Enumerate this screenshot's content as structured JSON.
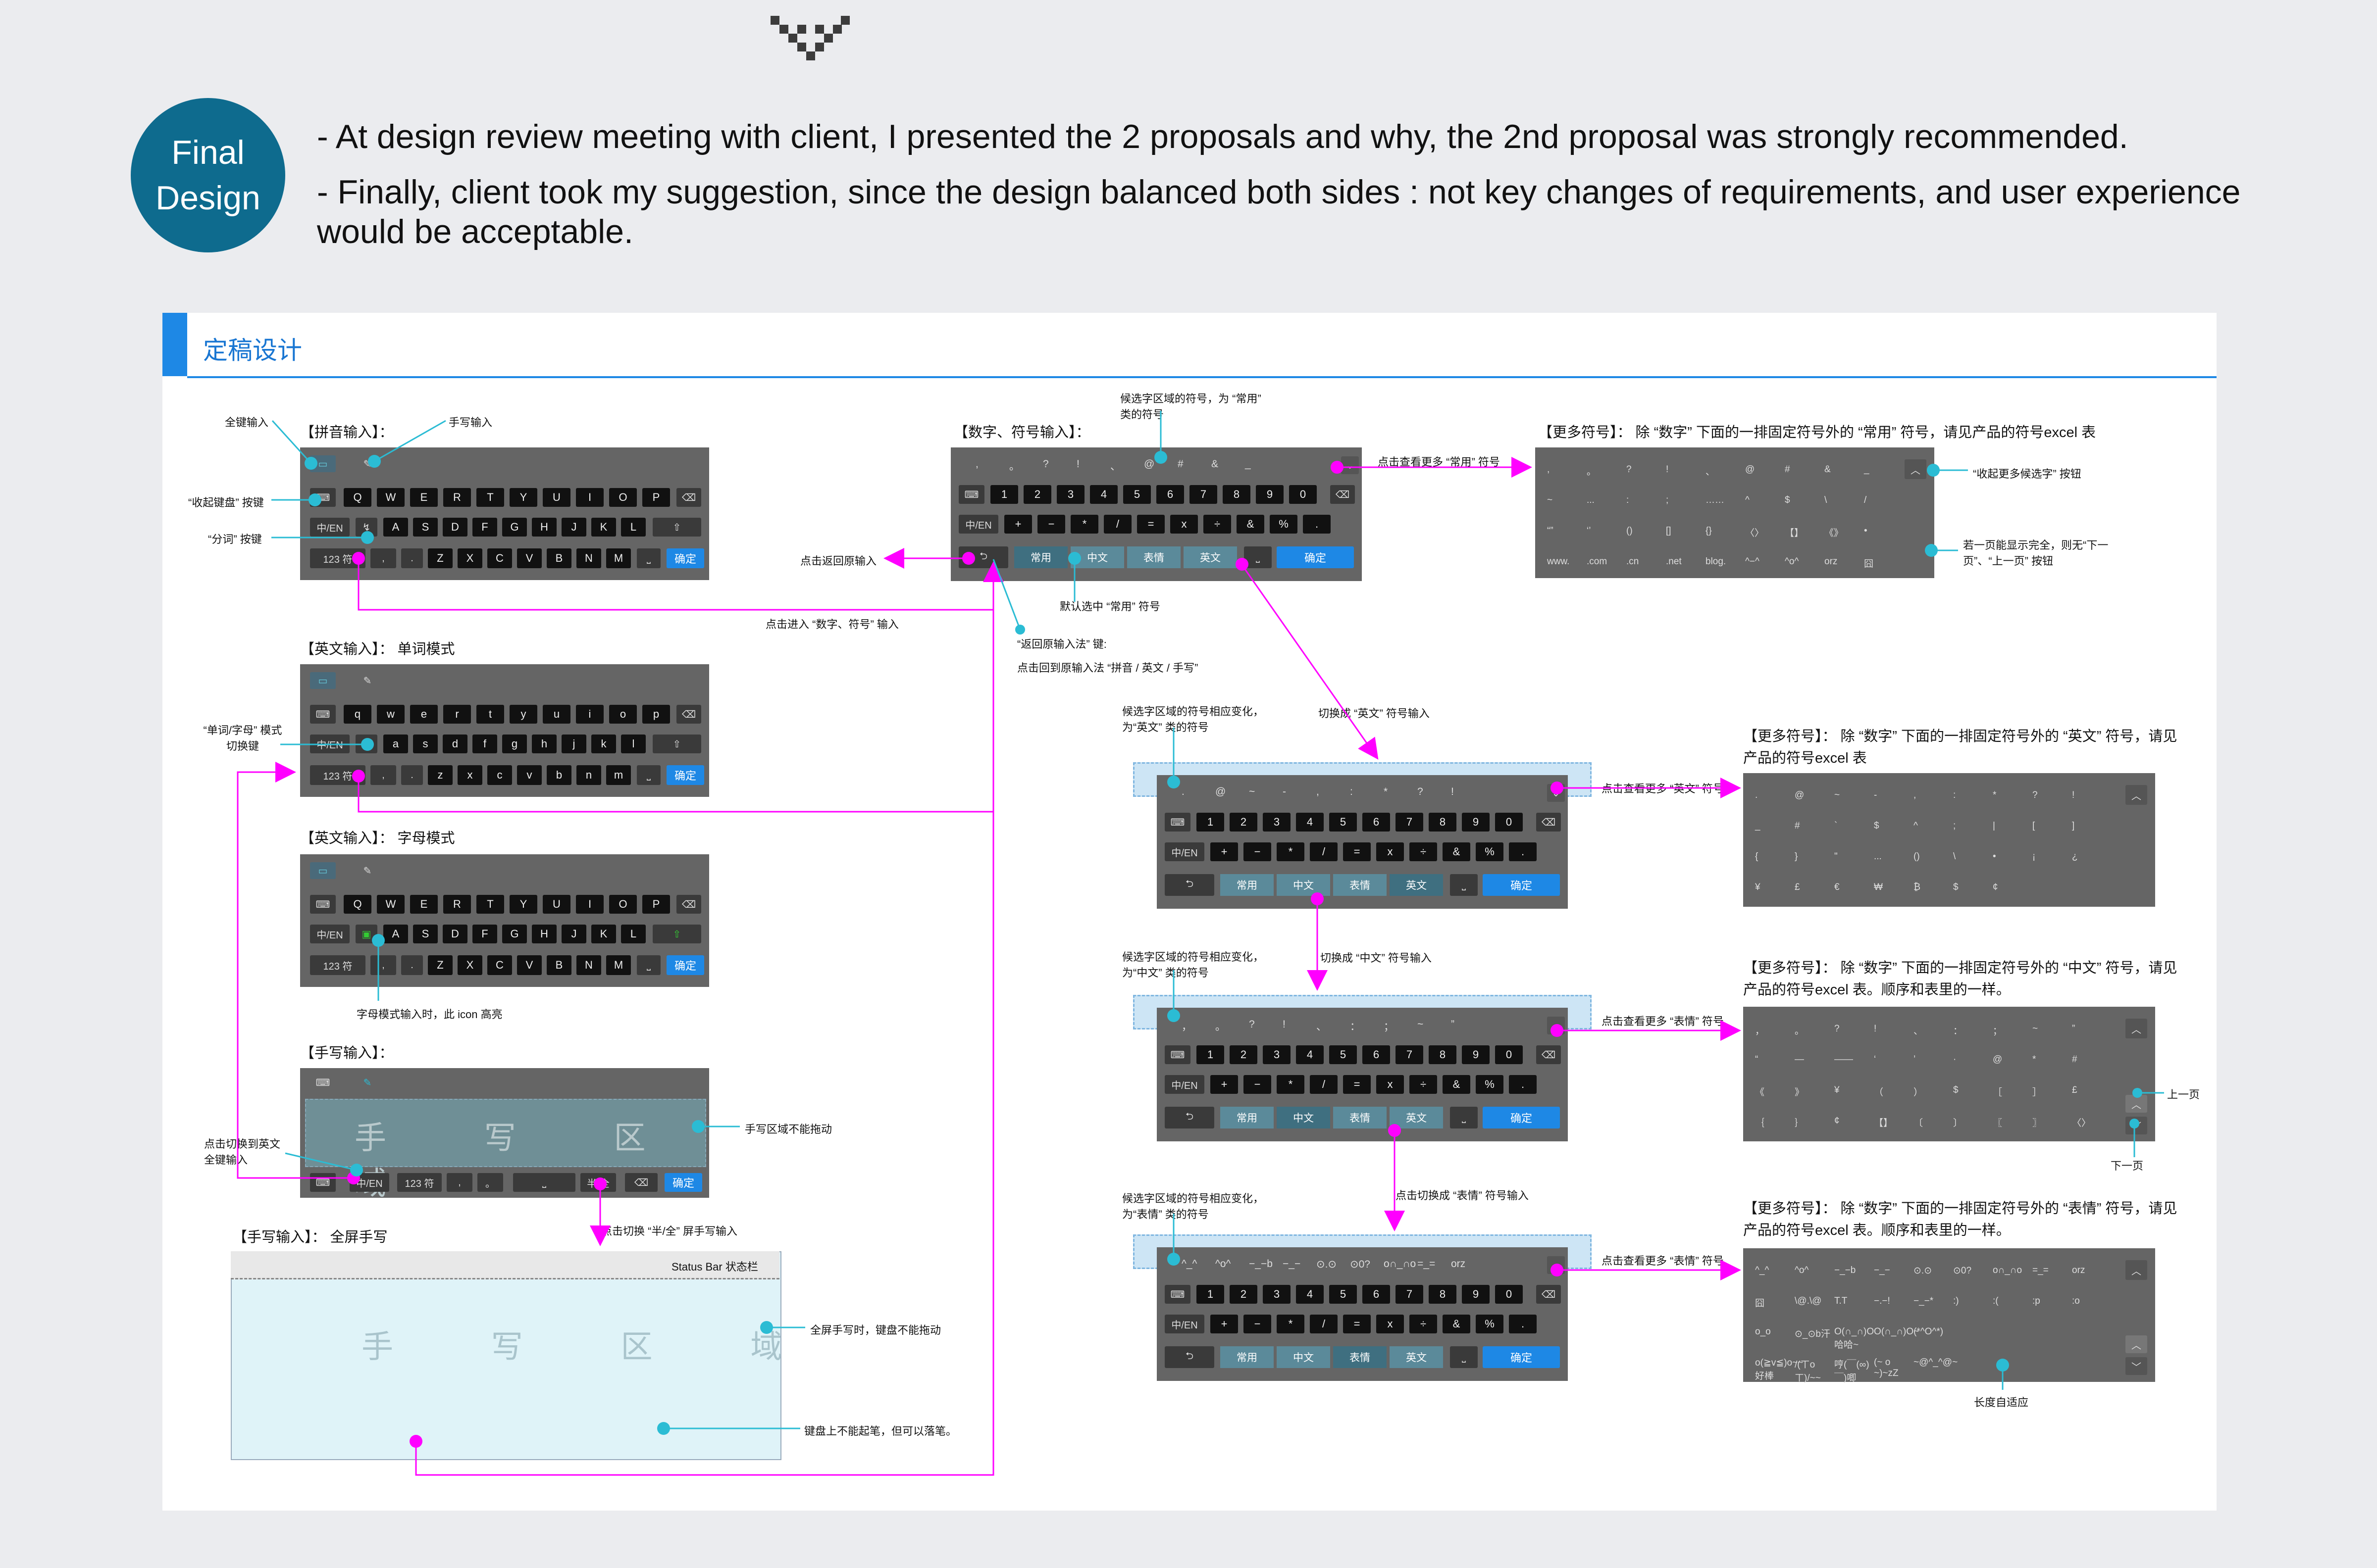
{
  "header": {
    "circle_line1": "Final",
    "circle_line2": "Design",
    "bullet1": "- At design review meeting with client, I presented the 2 proposals and why, the 2nd proposal was strongly recommended.",
    "bullet2": "- Finally, client took my suggestion, since the design balanced both sides : not key changes of requirements, and user experience would be acceptable."
  },
  "panel": {
    "title": "定稿设计"
  },
  "sections": {
    "pinyin": "【拼音输入】：",
    "english_word": "【英文输入】：  单词模式",
    "english_letter": "【英文输入】：  字母模式",
    "handwrite": "【手写输入】：",
    "handwrite_full": "【手写输入】：  全屏手写",
    "numsym": "【数字、符号输入】：",
    "more_common": "【更多符号】：  除 “数字” 下面的一排固定符号外的 “常用” 符号，请见产品的符号excel 表",
    "more_en": "【更多符号】：  除 “数字” 下面的一排固定符号外的 “英文” 符号，请见产品的符号excel 表",
    "more_cn": "【更多符号】：  除 “数字” 下面的一排固定符号外的 “中文” 符号，请见产品的符号excel 表。顺序和表里的一样。",
    "more_emo": "【更多符号】：  除 “数字” 下面的一排固定符号外的 “表情” 符号，请见产品的符号excel 表。顺序和表里的一样。"
  },
  "annotations": {
    "full_kb": "全键输入",
    "handwrite_input": "手写输入",
    "collapse_kb": "“收起键盘” 按键",
    "split": "“分词” 按键",
    "back_orig": "点击返回原输入",
    "enter_numsym": "点击进入 “数字、符号” 输入",
    "cand_common": "候选字区域的符号，为 “常用” 类的符号",
    "view_more_common": "点击查看更多 “常用” 符号",
    "default_common": "默认选中 “常用” 符号",
    "return_key": "“返回原输入法” 键:",
    "return_desc": "点击回到原输入法 “拼音 / 英文 / 手写”",
    "collapse_more": "“收起更多候选字” 按钮",
    "page_hint": "若一页能显示完全，则无“下一页”、“上一页” 按钮",
    "word_letter_switch": "“单词/字母” 模式切换键",
    "letter_icon_hint": "字母模式输入时，此 icon 高亮",
    "cand_en": "候选字区域的符号相应变化，为“英文” 类的符号",
    "switch_en": "切换成 “英文” 符号输入",
    "view_more_en": "点击查看更多 “英文” 符号",
    "cand_cn": "候选字区域的符号相应变化，为“中文” 类的符号",
    "switch_cn": "切换成 “中文” 符号输入",
    "view_more_cn": "点击查看更多 “表情” 符号",
    "cand_emo": "候选字区域的符号相应变化，为“表情” 类的符号",
    "switch_emo": "点击切换成 “表情” 符号输入",
    "view_more_emo": "点击查看更多 “表情” 符号",
    "prev_page": "上一页",
    "next_page": "下一页",
    "auto_len": "长度自适应",
    "hw_no_drag": "手写区域不能拖动",
    "hw_switch_en": "点击切换到英文全键输入",
    "half_full": "点击切换 “半/全” 屏手写输入",
    "full_no_drag": "全屏手写时，键盘不能拖动",
    "kb_no_pen": "键盘上不能起笔，但可以落笔。",
    "status_bar": "Status Bar 状态栏"
  },
  "keys": {
    "row_upper": [
      "Q",
      "W",
      "E",
      "R",
      "T",
      "Y",
      "U",
      "I",
      "O",
      "P"
    ],
    "row_upper2": [
      "A",
      "S",
      "D",
      "F",
      "G",
      "H",
      "J",
      "K",
      "L"
    ],
    "row_upper3": [
      "Z",
      "X",
      "C",
      "V",
      "B",
      "N",
      "M"
    ],
    "row_lower": [
      "q",
      "w",
      "e",
      "r",
      "t",
      "y",
      "u",
      "i",
      "o",
      "p"
    ],
    "row_lower2": [
      "a",
      "s",
      "d",
      "f",
      "g",
      "h",
      "j",
      "k",
      "l"
    ],
    "row_lower3": [
      "z",
      "x",
      "c",
      "v",
      "b",
      "n",
      "m"
    ],
    "digits": [
      "1",
      "2",
      "3",
      "4",
      "5",
      "6",
      "7",
      "8",
      "9",
      "0"
    ],
    "ops": [
      "+",
      "−",
      "*",
      "/",
      "=",
      "x",
      "÷",
      "&",
      "%",
      "."
    ],
    "cn_en": "中/EN",
    "num_key": "123 符",
    "confirm": "确定",
    "tabs": [
      "常用",
      "中文",
      "表情",
      "英文"
    ],
    "hw_text": "手 写 区 域",
    "half_full_key": "半/全"
  },
  "candidates": {
    "common": [
      ",",
      "。",
      "?",
      "!",
      "、",
      "@",
      "#",
      "&",
      "_"
    ],
    "en": [
      ".",
      "@",
      "~",
      "-",
      ",",
      ":",
      "*",
      "?",
      "!"
    ],
    "cn": [
      "，",
      "。",
      "?",
      "!",
      "、",
      "：",
      "；",
      "~",
      "”"
    ],
    "emo": [
      "^_^",
      "^o^",
      "−_−b",
      "−_−",
      "⊙.⊙",
      "⊙0?",
      "o∩_∩o",
      "=_=",
      "orz"
    ]
  },
  "more_grids": {
    "common": [
      [
        ",",
        "。",
        "?",
        "!",
        "、",
        "@",
        "#",
        "&",
        "_"
      ],
      [
        "~",
        "...",
        ":",
        ";",
        "……",
        "^",
        "$",
        "\\",
        "/"
      ],
      [
        "“”",
        "‘’",
        "()",
        "[]",
        "{}",
        "〈〉",
        "【】",
        "《》",
        "•"
      ],
      [
        "www.",
        ".com",
        ".cn",
        ".net",
        "blog.",
        "^−^",
        "^o^",
        "orz",
        "囧"
      ]
    ],
    "en": [
      [
        ".",
        "@",
        "~",
        "-",
        ",",
        ":",
        "*",
        "?",
        "!"
      ],
      [
        "_",
        "#",
        "`",
        "$",
        "^",
        ";",
        "|",
        "[",
        "]"
      ],
      [
        "{",
        "}",
        "\"",
        "...",
        "()",
        "\\",
        "•",
        "¡",
        "¿"
      ],
      [
        "¥",
        "£",
        "€",
        "₩",
        "₿",
        "$",
        "¢"
      ]
    ],
    "cn": [
      [
        "，",
        "。",
        "?",
        "!",
        "、",
        "：",
        "；",
        "~",
        "”"
      ],
      [
        "“",
        "—",
        "——",
        "‘",
        "’",
        "·",
        "@",
        "*",
        "#"
      ],
      [
        "《",
        "》",
        "¥",
        "（",
        "）",
        "$",
        "［",
        "］",
        "£"
      ],
      [
        "｛",
        "｝",
        "¢",
        "【】",
        "〔",
        "〕",
        "〖",
        "〗",
        "〈〉"
      ]
    ],
    "emo": [
      [
        "^_^",
        "^o^",
        "−_−b",
        "−_−",
        "⊙.⊙",
        "⊙0?",
        "o∩_∩o",
        "=_=",
        "orz"
      ],
      [
        "囧",
        "\\@.\\@",
        "T.T",
        "−.−!",
        "−_−*",
        ":)",
        ":(",
        ":p",
        ":o"
      ],
      [
        "o_o",
        "⊙_⊙b汗",
        "O(∩_∩)O哈哈~",
        "O(∩_∩)O~",
        "(*^O^*)"
      ],
      [
        "o(≧v≦)o~~好棒",
        "/(ㄒoㄒ)/~~",
        "哼(￣(∞)￣)唧",
        "(~ o ~)~zZ",
        "~@^_^@~"
      ]
    ]
  },
  "colors": {
    "accent": "#1e88e5",
    "magenta": "#ff00ff",
    "cyan": "#2bbcd4",
    "circle": "#0e6b8e"
  }
}
